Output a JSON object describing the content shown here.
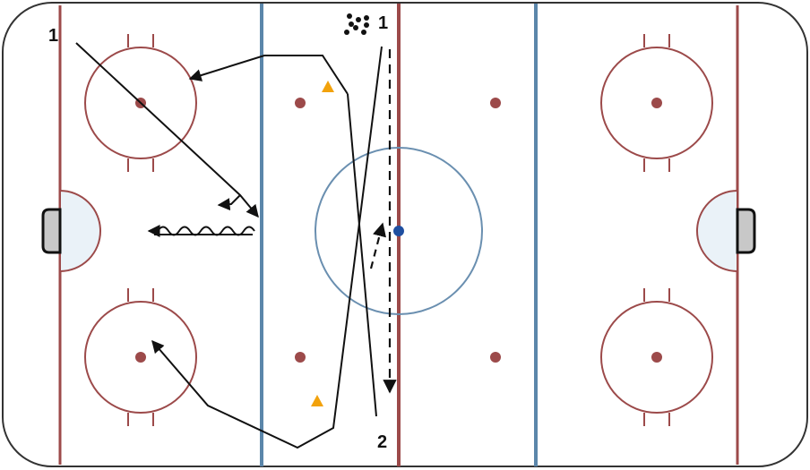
{
  "diagram": {
    "labels": {
      "player_1_top_left": "1",
      "player_1_top_center": "1",
      "player_2_bottom": "2"
    },
    "colors": {
      "board": "#333333",
      "red_line": "#9c4a4a",
      "blue_line": "#5b86aa",
      "center_circle": "#6a8fb0",
      "crease_fill": "#eaf2f8",
      "net_fill": "#c8c8c8",
      "dot": "#9c4a4a",
      "center_dot": "#1f4fa0",
      "cone": "#f2a20c",
      "path": "#111111"
    },
    "icons": {
      "cone": "triangle-cone-icon",
      "puck": "puck-icon"
    }
  }
}
